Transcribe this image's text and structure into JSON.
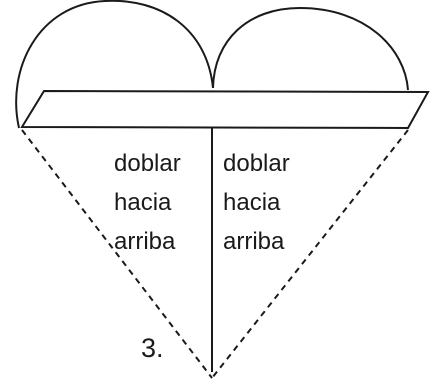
{
  "diagram": {
    "left_label": {
      "line1": "doblar",
      "line2": "hacia",
      "line3": "arriba"
    },
    "right_label": {
      "line1": "doblar",
      "line2": "hacia",
      "line3": "arriba"
    },
    "step_number": "3.",
    "colors": {
      "ink": "#1a1a1a",
      "background": "#ffffff"
    }
  }
}
